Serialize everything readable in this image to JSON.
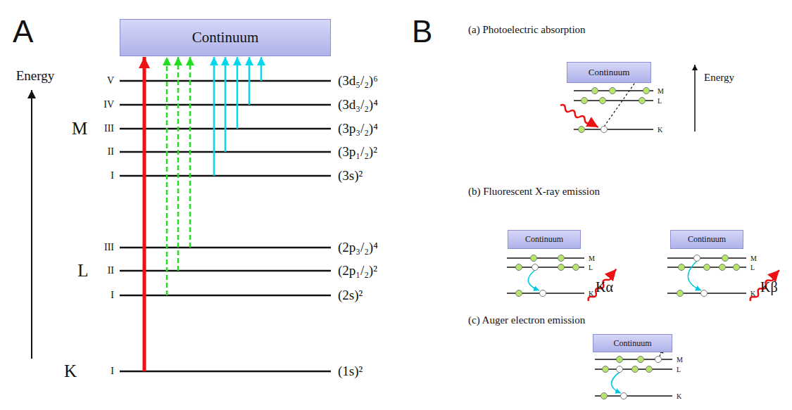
{
  "diagram": {
    "nodes": [
      {
        "text": [
          "Continuum"
        ]
      },
      {
        "text": [
          "Continuum"
        ]
      },
      {
        "text": [
          "Continuum"
        ]
      },
      {
        "text": [
          "Continuum"
        ]
      },
      {
        "text": [
          "Continuum"
        ]
      }
    ],
    "labels": [
      "A",
      "Energy",
      "K",
      "I",
      "L",
      "I",
      "II",
      "III",
      "M",
      "I",
      "II",
      "III",
      "IV",
      "V",
      "(1s)²",
      "(2s)²",
      "(2p₁/₂)²",
      "(2p₃/₂)⁴",
      "(3s)²",
      "(3p₁/₂)²",
      "(3p₃/₂)⁴",
      "(3d₃/₂)⁴",
      "(3d₅/₂)⁶",
      "B",
      "(a) Photoelectric absorption",
      "Energy",
      "M",
      "L",
      "K",
      "(b) Fluorescent X-ray emission",
      "M",
      "L",
      "K",
      "Kα",
      "M",
      "L",
      "K",
      "Kβ",
      "(c) Auger electron emission",
      "M",
      "L",
      "K"
    ]
  }
}
